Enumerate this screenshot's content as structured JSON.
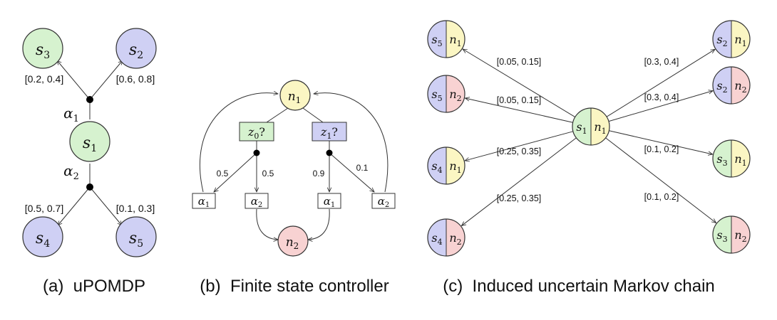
{
  "colors": {
    "green": "#d6f2cf",
    "blue": "#cfd0f4",
    "yellow": "#fbf6c3",
    "pink": "#f8d2d2",
    "stroke": "#333333"
  },
  "panel_a": {
    "caption": "(a)  uPOMDP",
    "states": {
      "s3": {
        "main": "s",
        "sub": "3"
      },
      "s2": {
        "main": "s",
        "sub": "2"
      },
      "s1": {
        "main": "s",
        "sub": "1"
      },
      "s4": {
        "main": "s",
        "sub": "4"
      },
      "s5": {
        "main": "s",
        "sub": "5"
      }
    },
    "actions": {
      "alpha1": {
        "main": "α",
        "sub": "1"
      },
      "alpha2": {
        "main": "α",
        "sub": "2"
      }
    },
    "intervals": {
      "to_s3": "[0.2, 0.4]",
      "to_s2": "[0.6, 0.8]",
      "to_s4": "[0.5, 0.7]",
      "to_s5": "[0.1, 0.3]"
    }
  },
  "panel_b": {
    "caption": "(b)  Finite state controller",
    "nodes": {
      "n1": {
        "main": "n",
        "sub": "1"
      },
      "n2": {
        "main": "n",
        "sub": "2"
      }
    },
    "observations": {
      "z0": {
        "main": "z",
        "sub": "0",
        "suffix": "?"
      },
      "z1": {
        "main": "z",
        "sub": "1",
        "suffix": "?"
      }
    },
    "action_boxes": {
      "a1_left": {
        "main": "α",
        "sub": "1"
      },
      "a2_left": {
        "main": "α",
        "sub": "2"
      },
      "a1_right": {
        "main": "α",
        "sub": "1"
      },
      "a2_right": {
        "main": "α",
        "sub": "2"
      }
    },
    "probabilities": {
      "left_a1": "0.5",
      "left_a2": "0.5",
      "right_a1": "0.9",
      "right_a2": "0.1"
    }
  },
  "panel_c": {
    "caption": "(c)  Induced uncertain Markov chain",
    "center": {
      "s": "1",
      "n": "1"
    },
    "targets": [
      {
        "s": "5",
        "n": "1",
        "interval": "[0.05, 0.15]"
      },
      {
        "s": "5",
        "n": "2",
        "interval": "[0.05, 0.15]"
      },
      {
        "s": "4",
        "n": "1",
        "interval": "[0.25, 0.35]"
      },
      {
        "s": "4",
        "n": "2",
        "interval": "[0.25, 0.35]"
      },
      {
        "s": "2",
        "n": "1",
        "interval": "[0.3, 0.4]"
      },
      {
        "s": "2",
        "n": "2",
        "interval": "[0.3, 0.4]"
      },
      {
        "s": "3",
        "n": "1",
        "interval": "[0.1, 0.2]"
      },
      {
        "s": "3",
        "n": "2",
        "interval": "[0.1, 0.2]"
      }
    ]
  }
}
